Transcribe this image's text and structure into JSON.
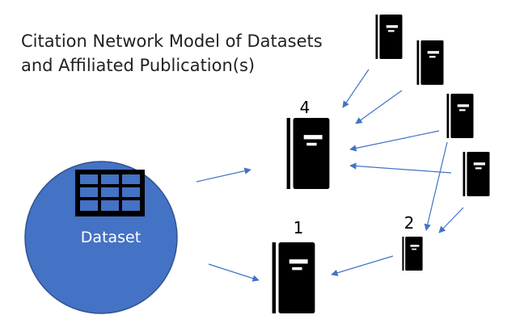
{
  "title": {
    "line1": "Citation Network Model of Datasets",
    "line2": "and Affiliated Publication(s)"
  },
  "dataset": {
    "label": "Dataset",
    "icon": "table-icon"
  },
  "publications": {
    "main_upper_count": "4",
    "main_lower_count": "1",
    "secondary_count": "2",
    "icon": "book-icon"
  },
  "colors": {
    "dataset_fill": "#4472C4",
    "dataset_stroke": "#2F528F",
    "arrow": "#4472C4",
    "icon": "#000000",
    "text": "#222222"
  }
}
